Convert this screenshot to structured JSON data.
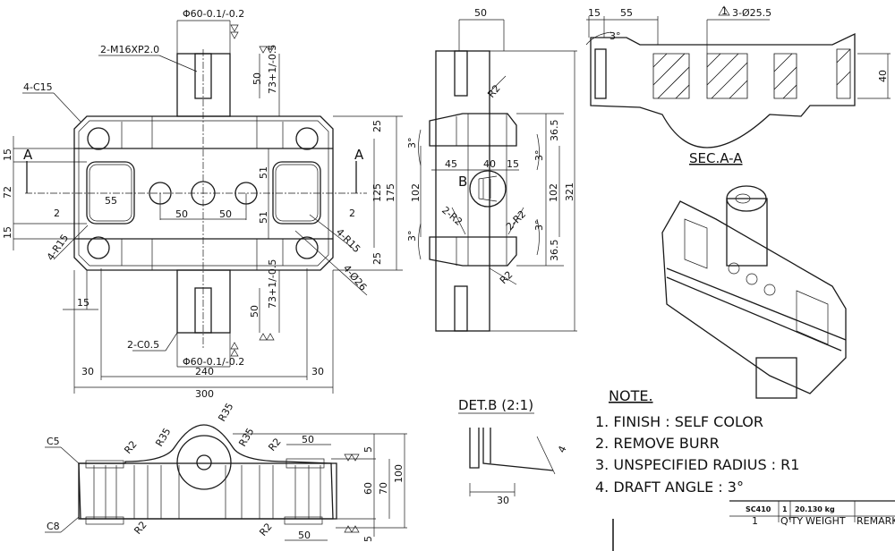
{
  "front_view": {
    "dia_top": "Φ60-0.1/-0.2",
    "thread": "2-M16XP2.0",
    "chamfer_c15": "4-C15",
    "depth_50_top": "50",
    "depth_73_top": "73+1/-0.5",
    "section_mark_left": "A",
    "section_mark_right": "A",
    "dim_15_top": "15",
    "dim_72": "72",
    "dim_15_bottom": "15",
    "dim_55": "55",
    "dim_2_left": "2",
    "dim_2_right": "2",
    "radius_left": "4-R15",
    "radius_right": "4-R15",
    "hole_spacing_1": "50",
    "hole_spacing_2": "50",
    "dim_51_top": "51",
    "dim_51_bottom": "51",
    "dim_25_top": "25",
    "dim_25_bottom": "25",
    "dim_125": "125",
    "dim_175": "175",
    "holes": "4-Ø26",
    "dim_15_lower": "15",
    "depth_50_bottom": "50",
    "depth_73_bottom": "73+1/-0.5",
    "chamfer_c05": "2-C0.5",
    "dia_bottom": "Φ60-0.1/-0.2",
    "dim_30_left": "30",
    "dim_240": "240",
    "dim_30_right": "30",
    "dim_300": "300"
  },
  "side_view": {
    "dim_50": "50",
    "r2_top": "R2",
    "draft_top_left": "3°",
    "draft_top_right": "3°",
    "draft_bottom_left": "3°",
    "draft_bottom_right": "3°",
    "dim_36_5_top": "36.5",
    "dim_36_5_bottom": "36.5",
    "dim_45": "45",
    "dim_40": "40",
    "dim_15": "15",
    "detail_mark": "B",
    "dim_102_left": "102",
    "dim_102_right": "102",
    "dim_321": "321",
    "r2_left": "2-R2",
    "r2_right": "2-R2",
    "r2_bottom": "R2"
  },
  "section_view": {
    "dim_15": "15",
    "dim_55": "55",
    "draft": "3°",
    "holes": "3-Ø25.5",
    "revision_mark": "1",
    "dim_40": "40",
    "title": "SEC.A-A"
  },
  "bottom_view": {
    "c5": "C5",
    "c8": "C8",
    "r2_1": "R2",
    "r35_1": "R35",
    "r35_top": "R35",
    "r35_2": "R35",
    "r2_2": "R2",
    "r2_3": "R2",
    "r2_4": "R2",
    "dim_50_top": "50",
    "dim_50_bottom": "50",
    "dim_5_top": "5",
    "dim_5_bottom": "5",
    "dim_60": "60",
    "dim_70": "70",
    "dim_100": "100"
  },
  "detail_b": {
    "title": "DET.B (2:1)",
    "dim_30": "30",
    "dim_4": "4"
  },
  "notes": {
    "title": "NOTE.",
    "items": [
      "1. FINISH : SELF COLOR",
      "2. REMOVE BURR",
      "3. UNSPECIFIED RADIUS : R1",
      "4. DRAFT ANGLE : 3°"
    ]
  },
  "title_block": {
    "part_no": "SC410",
    "qty": "1",
    "weight": "20.130 kg",
    "row2_col1": "1",
    "row2_col2": "Q'TY",
    "row2_col3": "WEIGHT",
    "row2_col4": "REMARKS"
  }
}
